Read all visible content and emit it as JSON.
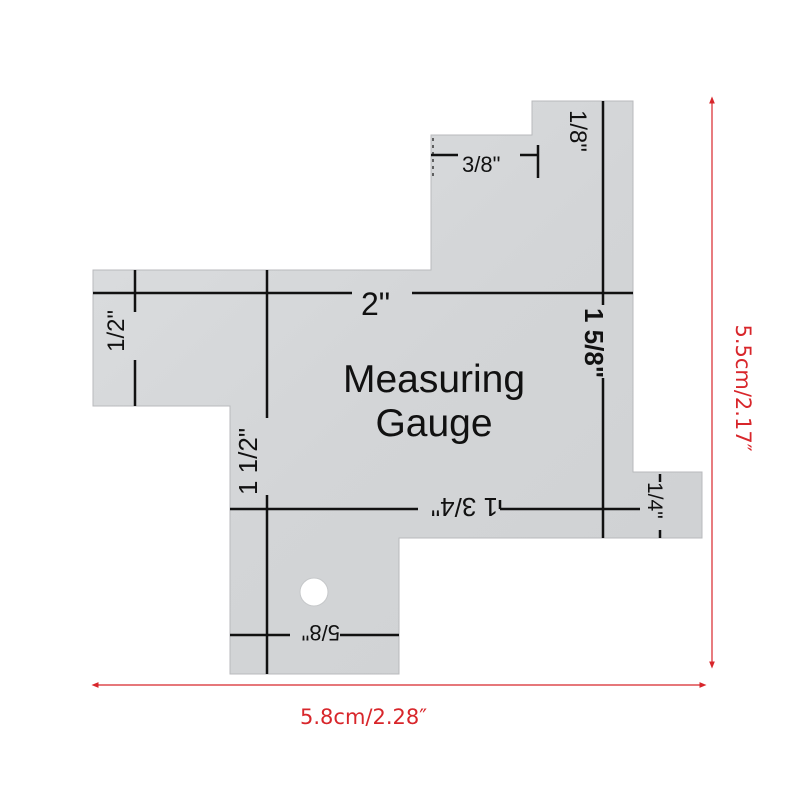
{
  "gauge": {
    "title_line1": "Measuring",
    "title_line2": "Gauge",
    "fill_color": "#d4d6d8",
    "line_color": "#111111",
    "labels": {
      "two_inch": "2\"",
      "one_eighth": "1/8\"",
      "three_eighths": "3/8\"",
      "one_half": "1/2\"",
      "one_five_eighths": "1 5/8\"",
      "one_one_half": "1 1/2\"",
      "one_three_quarters": "1 3/4\"",
      "one_quarter": "1/4\"",
      "five_eighths": "5/8\""
    },
    "hanging_hole": "hole"
  },
  "dimensions": {
    "color": "#d8262b",
    "width_label": "5.8cm/2.28″",
    "height_label": "5.5cm/2.17″"
  }
}
